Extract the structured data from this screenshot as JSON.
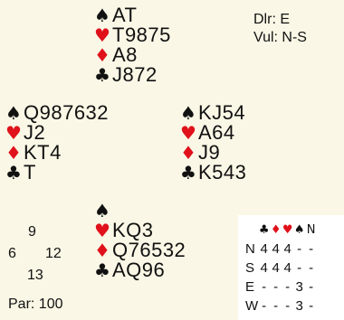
{
  "hands": {
    "north": {
      "spades": "AT",
      "hearts": "T9875",
      "diamonds": "A8",
      "clubs": "J872"
    },
    "west": {
      "spades": "Q987632",
      "hearts": "J2",
      "diamonds": "KT4",
      "clubs": "T"
    },
    "east": {
      "spades": "KJ54",
      "hearts": "A64",
      "diamonds": "J9",
      "clubs": "K543"
    },
    "south": {
      "spades": "",
      "hearts": "KQ3",
      "diamonds": "Q76532",
      "clubs": "AQ96"
    }
  },
  "suits": {
    "spades": "♠",
    "hearts": "♥",
    "diamonds": "♦",
    "clubs": "♣"
  },
  "info": {
    "dealer": "Dlr: E",
    "vulnerability": "Vul: N-S"
  },
  "hcp": {
    "north": "9",
    "west": "6",
    "east": "12",
    "south": "13"
  },
  "par": "Par: 100",
  "tricks_table": {
    "headers": [
      "♣",
      "♦",
      "♥",
      "♠",
      "N"
    ],
    "rows": [
      {
        "seat": "N",
        "values": [
          "4",
          "4",
          "4",
          "-",
          "-"
        ]
      },
      {
        "seat": "S",
        "values": [
          "4",
          "4",
          "4",
          "-",
          "-"
        ]
      },
      {
        "seat": "E",
        "values": [
          "-",
          "-",
          "-",
          "3",
          "-"
        ]
      },
      {
        "seat": "W",
        "values": [
          "-",
          "-",
          "-",
          "3",
          "-"
        ]
      }
    ]
  },
  "colors": {
    "red_suit": "#e0111b",
    "black_suit": "#111111",
    "background": "#faf7e6"
  }
}
